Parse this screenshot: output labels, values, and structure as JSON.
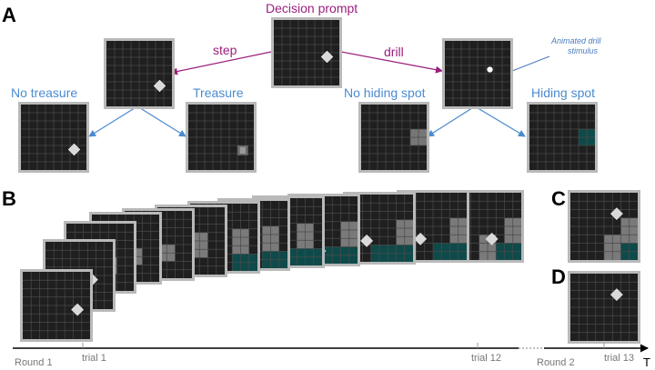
{
  "panels": {
    "a": "A",
    "b": "B",
    "c": "C",
    "d": "D"
  },
  "panel_a": {
    "decision_prompt": "Decision prompt",
    "step": "step",
    "drill": "drill",
    "animated_drill_stimulus": [
      "Animated drill",
      "stimulus"
    ],
    "no_treasure": "No treasure",
    "treasure": "Treasure",
    "no_hiding_spot": "No hiding spot",
    "hiding_spot": "Hiding spot"
  },
  "timeline": {
    "round1": "Round 1",
    "trial1": "trial 1",
    "trial12": "trial 12",
    "round2": "Round 2",
    "trial13": "trial 13",
    "time_symbol": "T"
  },
  "colors": {
    "purple": "#9b1f7e",
    "blue": "#4b8bd0",
    "grid_bg": "#1f1f1f",
    "grid_line": "#4a4a4a",
    "hiding_spot": "#0f4a4a",
    "dug_gray": "#7a7a7a",
    "agent": "#d9d9d9"
  }
}
